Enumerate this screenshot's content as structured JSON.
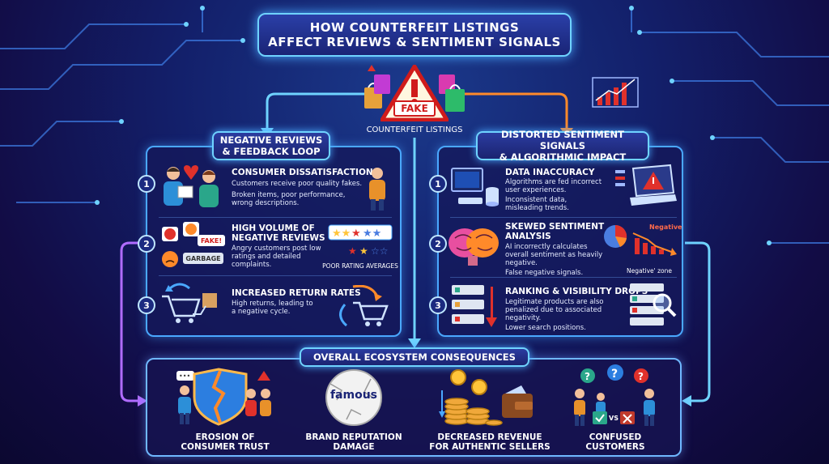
{
  "title": {
    "line1": "How Counterfeit Listings",
    "line2": "Affect Reviews & Sentiment Signals"
  },
  "center": {
    "fake_label": "FAKE",
    "caption": "Counterfeit Listings"
  },
  "left_panel": {
    "title_line1": "Negative Reviews",
    "title_line2": "& Feedback Loop",
    "items": [
      {
        "number": "1",
        "title": "Consumer Dissatisfaction",
        "body_lines": [
          "Customers receive poor quality fakes.",
          "Broken items, poor performance,",
          "wrong descriptions."
        ]
      },
      {
        "number": "2",
        "title_line1": "High Volume of",
        "title_line2": "Negative Reviews",
        "body_lines": [
          "Angry customers post low",
          "ratings and detailed",
          "complaints."
        ],
        "tags": [
          "FAKE!",
          "GARBAGE"
        ],
        "rating_caption": "Poor Rating Averages"
      },
      {
        "number": "3",
        "title": "Increased Return Rates",
        "body_lines": [
          "High returns, leading to",
          "a negative cycle."
        ]
      }
    ]
  },
  "right_panel": {
    "title_line1": "Distorted Sentiment Signals",
    "title_line2": "& Algorithmic Impact",
    "items": [
      {
        "number": "1",
        "title": "Data Inaccuracy",
        "body_lines": [
          "Algorithms are fed incorrect",
          "user experiences.",
          "Inconsistent data,",
          "misleading trends."
        ]
      },
      {
        "number": "2",
        "title_line1": "Skewed Sentiment",
        "title_line2": "Analysis",
        "body_lines": [
          "AI incorrectly calculates",
          "overall sentiment as heavily",
          "negative.",
          "False negative signals."
        ],
        "chart_tag": "Negative",
        "chart_caption": "Negative' zone"
      },
      {
        "number": "3",
        "title": "Ranking & Visibility Drops",
        "body_lines": [
          "Legitimate products are also",
          "penalized due to associated",
          "negativity.",
          "Lower search positions."
        ]
      }
    ]
  },
  "bottom": {
    "title": "Overall Ecosystem Consequences",
    "famous_label": "famous",
    "items": [
      {
        "line1": "Erosion of",
        "line2": "Consumer Trust"
      },
      {
        "line1": "Brand Reputation",
        "line2": "Damage"
      },
      {
        "line1": "Decreased Revenue",
        "line2": "for Authentic Sellers"
      },
      {
        "line1": "Confused",
        "line2": "Customers"
      }
    ],
    "vs_label": "VS"
  },
  "colors": {
    "accent_cyan": "#6fd3ff",
    "alert_red": "#e0312b",
    "warn_orange": "#ff8a2a",
    "star_gold": "#ffc53a",
    "bg_navy": "#13206b"
  },
  "icons": [
    "warning-icon",
    "shopping-bag-icon",
    "growth-chart-icon",
    "person-icon",
    "broken-heart-icon",
    "angry-face-icon",
    "star-icon",
    "shopping-cart-icon",
    "return-arrow-icon",
    "computer-icon",
    "database-icon",
    "laptop-alert-icon",
    "brain-icon",
    "pie-chart-icon",
    "declining-chart-icon",
    "search-list-icon",
    "magnifier-icon",
    "broken-shield-icon",
    "coin-stack-icon",
    "wallet-icon",
    "question-icon"
  ]
}
